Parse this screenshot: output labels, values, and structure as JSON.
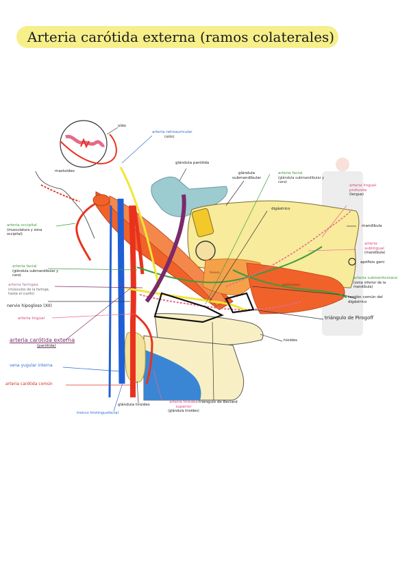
{
  "title": "Arteria carótida externa (ramos colaterales)",
  "labels": {
    "oido": "oído",
    "retroauricular": "arteria retroauricular",
    "retroauricular_sub": "(oído)",
    "mastoides": "mastoides",
    "parotida": "glándula parótida",
    "submandibular": "glándula submandibular",
    "facial_top": "arteria facial",
    "facial_top_sub": "(glándula submandibular y cara)",
    "lingual_prof": "arteria lingual profunda",
    "lingual_prof_sub": "(lengua)",
    "digastrico": "digástrico",
    "mandibula": "mandíbula",
    "sublingual": "arteria sublingual",
    "sublingual_sub": "(mandíbula)",
    "occipital": "arteria occipital",
    "occipital_sub": "(musculatura y zona occipital)",
    "apofisis": "apófisis geni",
    "facial_left": "arteria facial",
    "facial_left_sub": "(glándula submandibular y cara)",
    "submentoniana": "arteria submentoniana",
    "submentoniana_sub": "(zona inferior de la mandíbula)",
    "faringea": "arteria faríngea",
    "faringea_sub": "(músculos de la faringe, hasta el cuello)",
    "tendon": "tendón común del digástrico",
    "hipogloso": "nervio hipogloso (XII)",
    "lingual": "arteria lingual",
    "pirogoff": "triángulo de Pirogoff",
    "carotida_ext": "arteria carótida externa",
    "carotida_ext_sub": "(parótida)",
    "hioides": "hioides",
    "vena": "vena yugular interna",
    "carotida_comun": "arteria carótida común",
    "beclard": "triángulo de Beclard",
    "tiroidea": "arteria tiroidea superior",
    "tiroidea_sub": "(glándula tiroides)",
    "tiroides": "glándula tiroides",
    "tronco": "tronco tirolinguofacial",
    "hioeso": "hioeso",
    "milohioideo": "milohioideo"
  },
  "colors": {
    "title_bg": "#f6ef8a",
    "muscle": "#f0622a",
    "artery": "#e8321e",
    "vein": "#1f5fd6",
    "mandible": "#f8eb9c",
    "parotid": "#9ccbd0",
    "thyroid": "#f3e29a",
    "larynx_blue": "#3a86d4",
    "hyoid": "#f8f0c4",
    "nerve": "#f2e534"
  }
}
